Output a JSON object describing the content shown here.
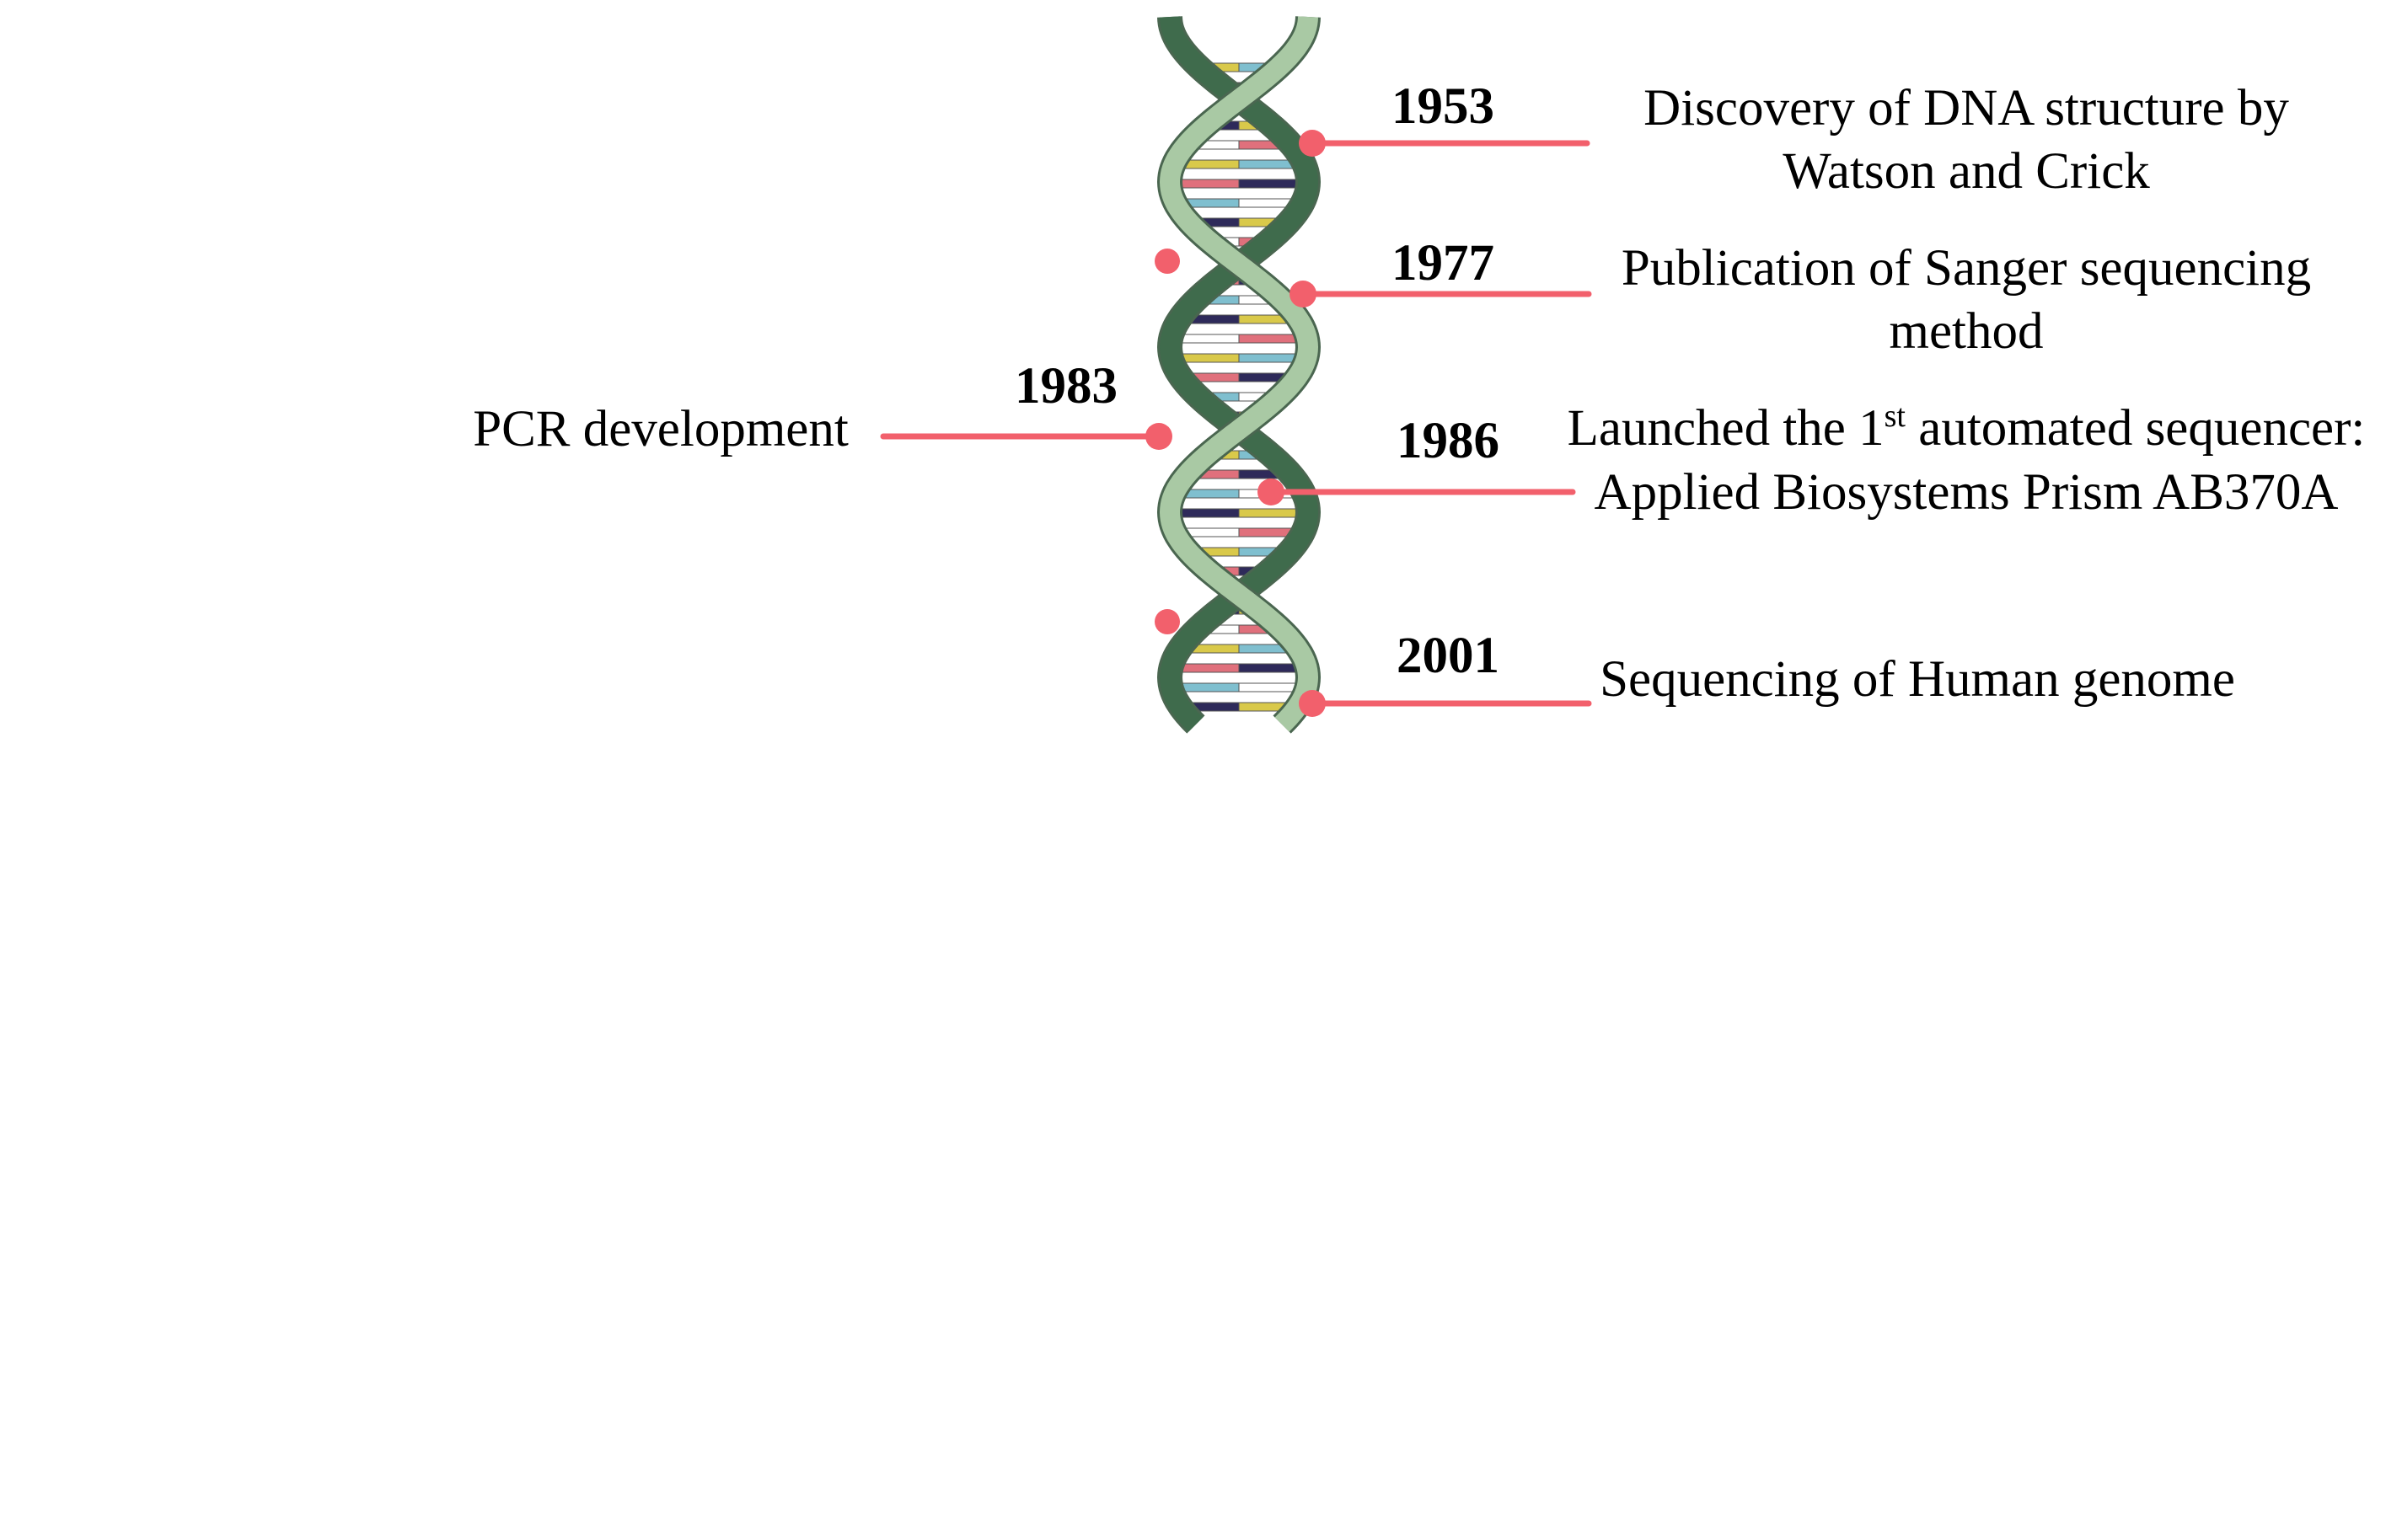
{
  "colors": {
    "connector": "#f2606c",
    "helix_strand_light": "#a9c9a4",
    "helix_strand_dark": "#3f6b4c",
    "helix_outline": "#4a6650",
    "base_pair_colors": [
      "#d9c94a",
      "#e0707c",
      "#7fbfcf",
      "#2e2a5a",
      "#ffffff"
    ]
  },
  "icons": [
    "dna-double-helix-icon"
  ],
  "events": [
    {
      "year": "1953",
      "side": "right",
      "lines": [
        "Discovery of DNA structure by",
        "Watson and Crick"
      ]
    },
    {
      "year": "1977",
      "side": "right",
      "lines": [
        "Publication of Sanger sequencing",
        "method"
      ]
    },
    {
      "year": "1983",
      "side": "left",
      "lines": [
        "PCR development"
      ]
    },
    {
      "year": "1986",
      "side": "right",
      "line1_before": "Launched the 1",
      "line1_sup": "st",
      "line1_after": " automated sequencer:",
      "line2": "Applied Biosystems Prism AB370A"
    },
    {
      "year": "2001",
      "side": "right",
      "lines": [
        "Sequencing of Human genome"
      ]
    }
  ]
}
